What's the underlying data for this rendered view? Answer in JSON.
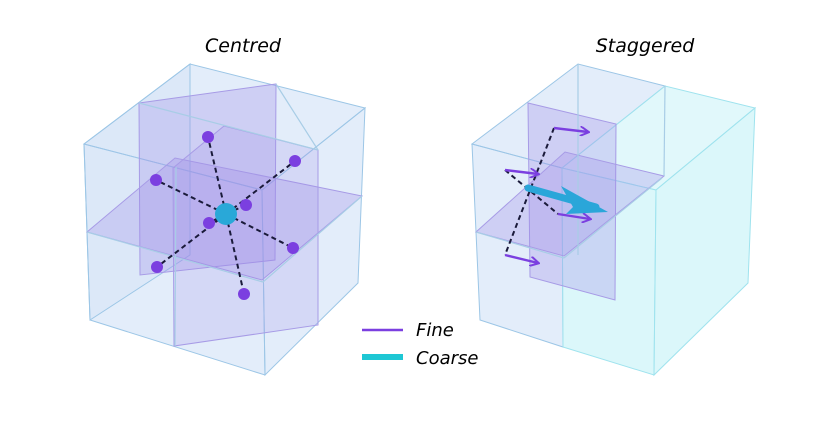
{
  "panels": [
    {
      "title": "Centred"
    },
    {
      "title": "Staggered"
    }
  ],
  "legend": {
    "items": [
      {
        "label": "Fine",
        "color": "#7b3fe0"
      },
      {
        "label": "Coarse",
        "color": "#1ec7d4"
      }
    ]
  },
  "colors": {
    "fine_marker": "#7b3fe0",
    "coarse_marker": "#29a8d8",
    "cube_face": "#a9c6ef",
    "cube_face_cyan": "#c8f3f7",
    "inner_plane": "#9e8ce8"
  }
}
